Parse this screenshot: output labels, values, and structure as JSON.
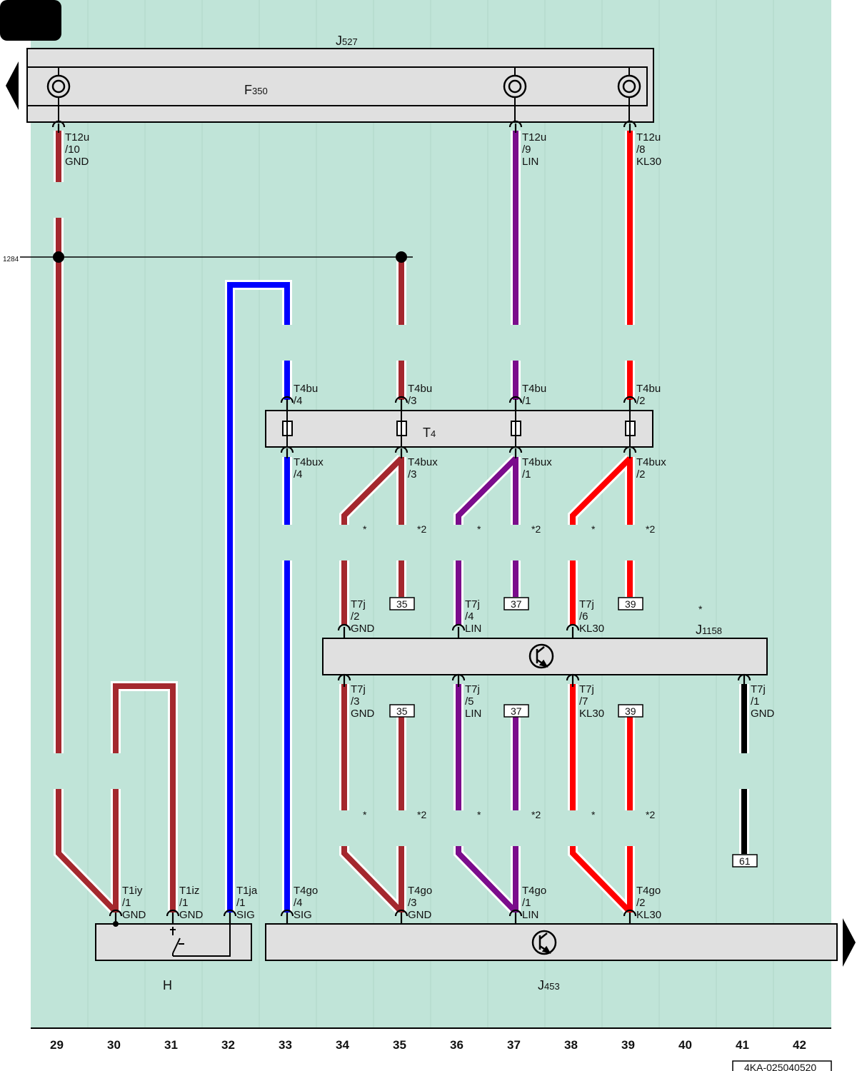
{
  "title": "",
  "page_code": "4KA-025040520",
  "column_numbers": [
    "29",
    "30",
    "31",
    "32",
    "33",
    "34",
    "35",
    "36",
    "37",
    "38",
    "39",
    "40",
    "41",
    "42"
  ],
  "ground_ref": "1284",
  "colors": {
    "background": "#c0e4d8",
    "brown": "#a4282e",
    "purple": "#7b0c8c",
    "red": "#ff0000",
    "blue": "#0000ff",
    "black": "#000000",
    "component_fill": "#e0e0e0"
  },
  "components": {
    "J527": {
      "main": "J",
      "sub": "527"
    },
    "F350": {
      "main": "F",
      "sub": "350"
    },
    "T4": {
      "main": "T",
      "sub": "4"
    },
    "J1158": {
      "main": "J",
      "sub": "1158"
    },
    "H": {
      "main": "H"
    },
    "J453": {
      "main": "J",
      "sub": "453"
    }
  },
  "connector_labels": {
    "t12u_10": [
      "T12u",
      "/10",
      "GND"
    ],
    "t12u_9": [
      "T12u",
      "/9",
      "LIN"
    ],
    "t12u_8": [
      "T12u",
      "/8",
      "KL30"
    ],
    "t4bu_4": [
      "T4bu",
      "/4"
    ],
    "t4bu_3": [
      "T4bu",
      "/3"
    ],
    "t4bu_1": [
      "T4bu",
      "/1"
    ],
    "t4bu_2": [
      "T4bu",
      "/2"
    ],
    "t4bux_4": [
      "T4bux",
      "/4"
    ],
    "t4bux_3": [
      "T4bux",
      "/3"
    ],
    "t4bux_1": [
      "T4bux",
      "/1"
    ],
    "t4bux_2": [
      "T4bux",
      "/2"
    ],
    "t7j_2": [
      "T7j",
      "/2",
      "GND"
    ],
    "t7j_4": [
      "T7j",
      "/4",
      "LIN"
    ],
    "t7j_6": [
      "T7j",
      "/6",
      "KL30"
    ],
    "t7j_3": [
      "T7j",
      "/3",
      "GND"
    ],
    "t7j_5": [
      "T7j",
      "/5",
      "LIN"
    ],
    "t7j_7": [
      "T7j",
      "/7",
      "KL30"
    ],
    "t7j_1": [
      "T7j",
      "/1",
      "GND"
    ],
    "t1iy_1": [
      "T1iy",
      "/1",
      "GND"
    ],
    "t1iz_1": [
      "T1iz",
      "/1",
      "GND"
    ],
    "t1ja_1": [
      "T1ja",
      "/1",
      "SIG"
    ],
    "t4go_4": [
      "T4go",
      "/4",
      "SIG"
    ],
    "t4go_3": [
      "T4go",
      "/3",
      "GND"
    ],
    "t4go_1": [
      "T4go",
      "/1",
      "LIN"
    ],
    "t4go_2": [
      "T4go",
      "/2",
      "KL30"
    ]
  },
  "variant_marks": {
    "star": "*",
    "star2": "*2"
  },
  "ref_boxes": {
    "r35": "35",
    "r37": "37",
    "r39": "39",
    "r61": "61"
  },
  "icons": [
    "transistor-icon",
    "switch-icon",
    "fuse-icon",
    "nav-arrow-left-icon",
    "nav-arrow-right-icon"
  ]
}
